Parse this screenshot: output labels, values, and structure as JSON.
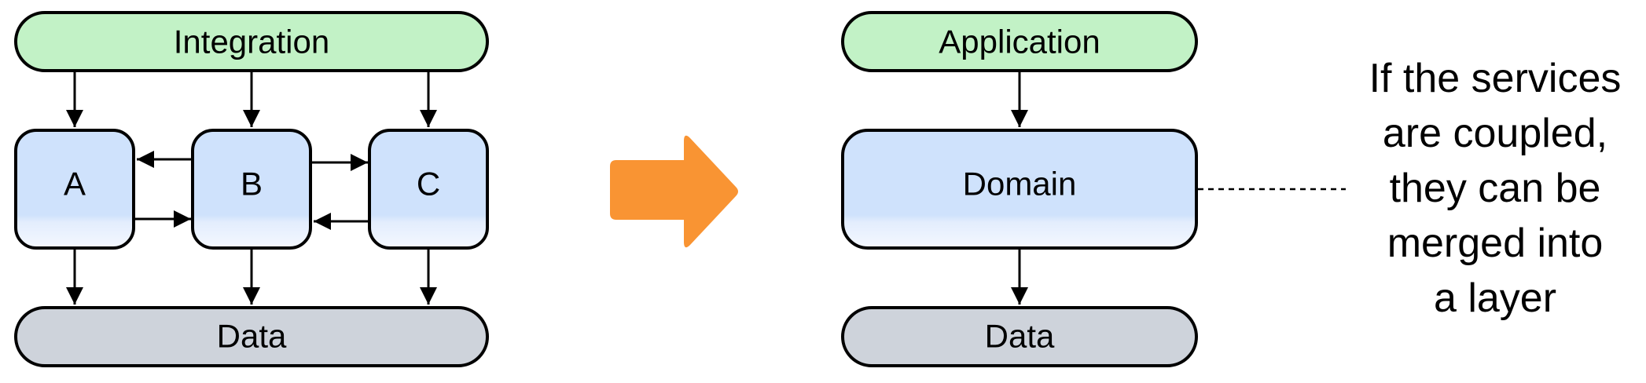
{
  "colors": {
    "integration_fill": "#c2f2c6",
    "service_fill": "#cfe2fc",
    "service_fill_bottom": "#e6efff",
    "data_fill": "#ced3db",
    "stroke": "#000000",
    "arrow_accent": "#f99433"
  },
  "left_diagram": {
    "integration_label": "Integration",
    "services": [
      {
        "label": "A"
      },
      {
        "label": "B"
      },
      {
        "label": "C"
      }
    ],
    "data_label": "Data"
  },
  "transition_arrow": {
    "icon": "right-arrow-icon"
  },
  "right_diagram": {
    "application_label": "Application",
    "domain_label": "Domain",
    "data_label": "Data"
  },
  "note": {
    "lines": [
      "If the services",
      "are coupled,",
      "they can be",
      "merged into",
      "a layer"
    ]
  }
}
